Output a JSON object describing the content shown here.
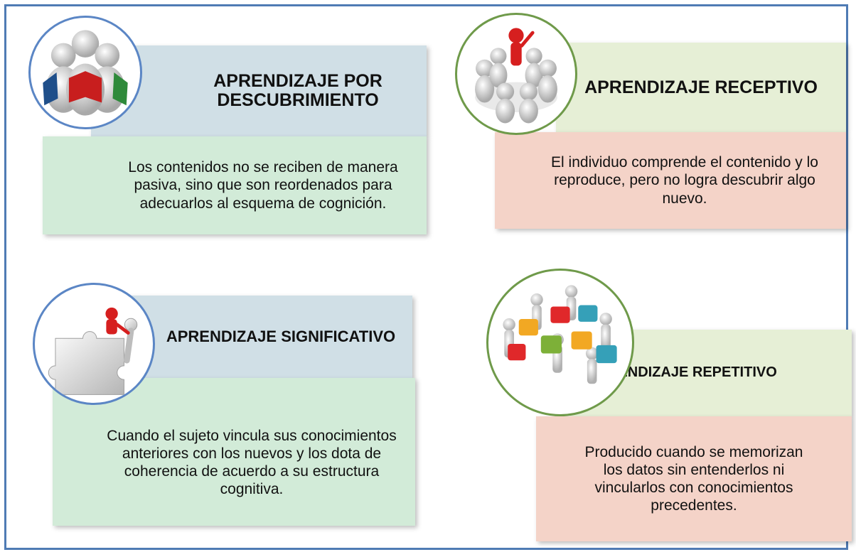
{
  "colors": {
    "frame": "#4f7bb4",
    "title_blue": "#d0dfe6",
    "title_green": "#e6efd6",
    "desc_green": "#d2ebd8",
    "desc_pink": "#f4d3c8",
    "circle_blue": "#5b86c5",
    "circle_green": "#6f9a4a"
  },
  "cards": [
    {
      "title": "APRENDIZAJE POR DESCUBRIMIENTO",
      "description": "Los contenidos no se reciben de manera pasiva, sino que son reordenados para adecuarlos al esquema de cognición.",
      "icon": "people-reading-books-icon"
    },
    {
      "title": "APRENDIZAJE RECEPTIVO",
      "description": "El individuo comprende el contenido y lo reproduce, pero no logra descubrir algo nuevo.",
      "icon": "group-listening-speaker-icon"
    },
    {
      "title": "APRENDIZAJE SIGNIFICATIVO",
      "description": "Cuando el sujeto vincula sus conocimientos anteriores con los nuevos y los dota de coherencia de acuerdo a su estructura cognitiva.",
      "icon": "puzzle-climber-icon"
    },
    {
      "title": "APRENDIZAJE REPETITIVO",
      "description": "Producido cuando se memorizan los datos sin entenderlos ni vincularlos con conocimientos precedentes.",
      "icon": "people-holding-puzzle-pieces-icon"
    }
  ]
}
